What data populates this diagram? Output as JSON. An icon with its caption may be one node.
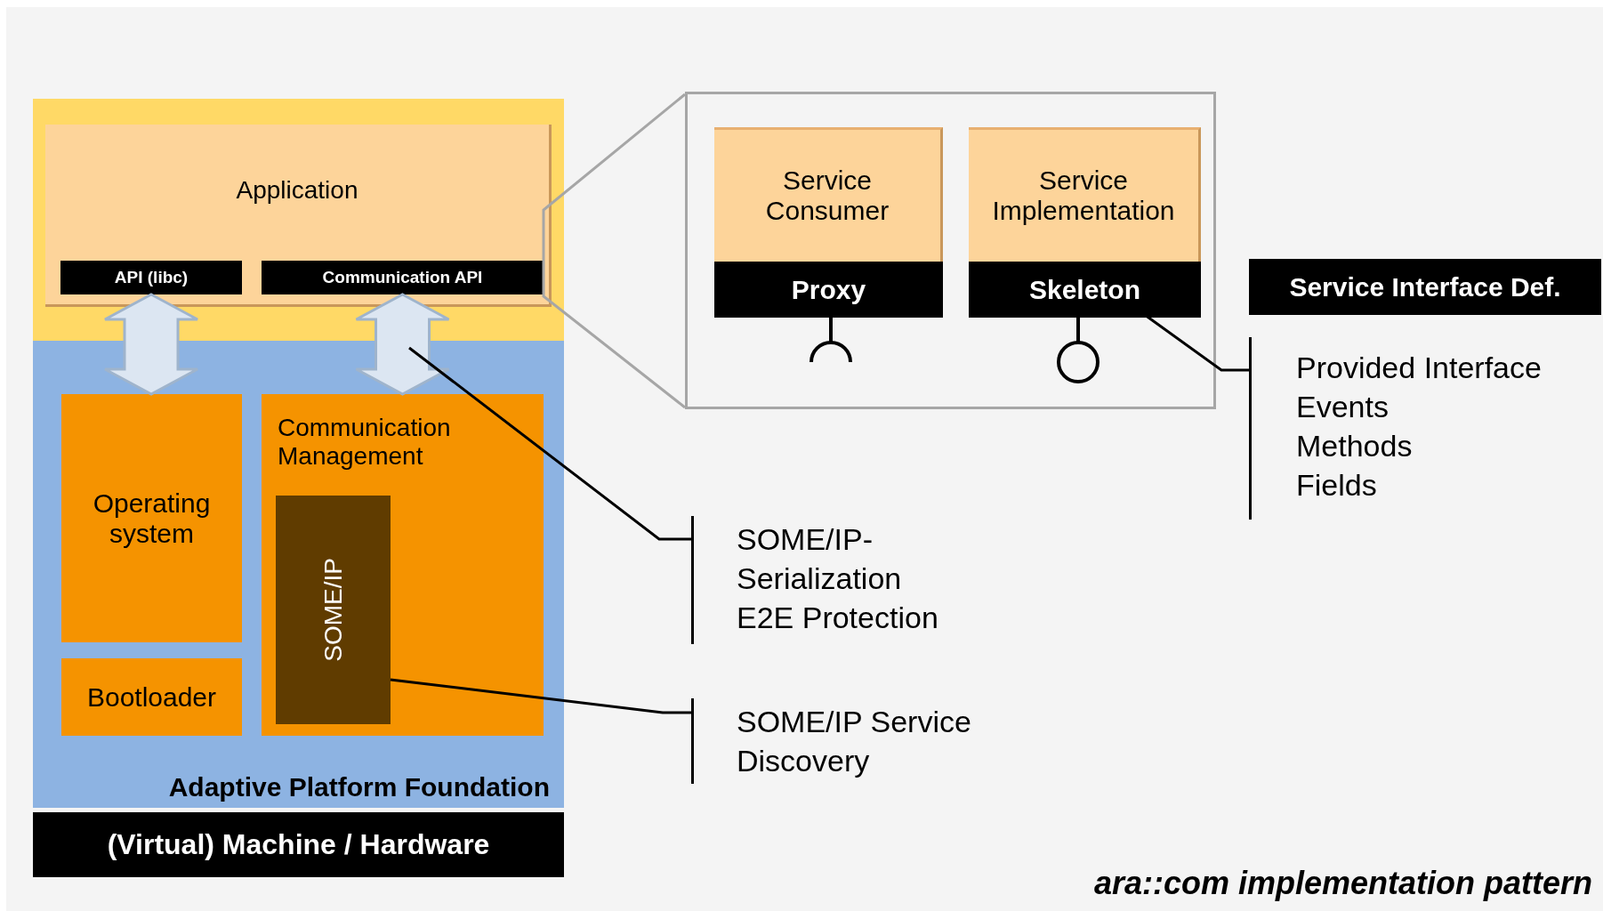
{
  "diagram": {
    "caption": "ara::com implementation pattern",
    "nodes": [
      {
        "text": [
          "Application"
        ]
      },
      {
        "text": [
          "API (libc)"
        ],
        "in": 0
      },
      {
        "text": [
          "Communication API"
        ],
        "in": 0
      },
      {
        "text": [
          "Adaptive Platform Foundation"
        ]
      },
      {
        "text": [
          "Operating system"
        ],
        "in": 3
      },
      {
        "text": [
          "Bootloader"
        ],
        "in": 3
      },
      {
        "text": [
          "Communication Management"
        ],
        "in": 3
      },
      {
        "text": [
          "SOME/IP"
        ],
        "in": 6
      },
      {
        "text": [
          "(Virtual) Machine / Hardware"
        ]
      },
      {
        "text": [],
        "shape": "box"
      },
      {
        "text": [
          "Service Consumer"
        ],
        "in": 9
      },
      {
        "text": [
          "Proxy"
        ],
        "in": 9
      },
      {
        "text": [
          "Service Implementation"
        ],
        "in": 9
      },
      {
        "text": [
          "Skeleton"
        ],
        "in": 9
      },
      {
        "text": [
          "Service Interface Def."
        ]
      },
      {
        "text": [
          "Provided Interface",
          "Events",
          "Methods",
          "Fields"
        ]
      },
      {
        "text": [
          "SOME/IP- Serialization",
          "E2E Protection"
        ]
      },
      {
        "text": [
          "SOME/IP Service Discovery"
        ]
      }
    ],
    "edges": [
      {
        "from": 1,
        "to": 4,
        "arrow": "both"
      },
      {
        "from": 2,
        "to": 6,
        "arrow": "both"
      },
      {
        "from": 15,
        "to": 13,
        "arrow": "none"
      },
      {
        "from": 16,
        "to": 3,
        "arrow": "none"
      },
      {
        "from": 17,
        "to": 7,
        "arrow": "none"
      }
    ]
  }
}
